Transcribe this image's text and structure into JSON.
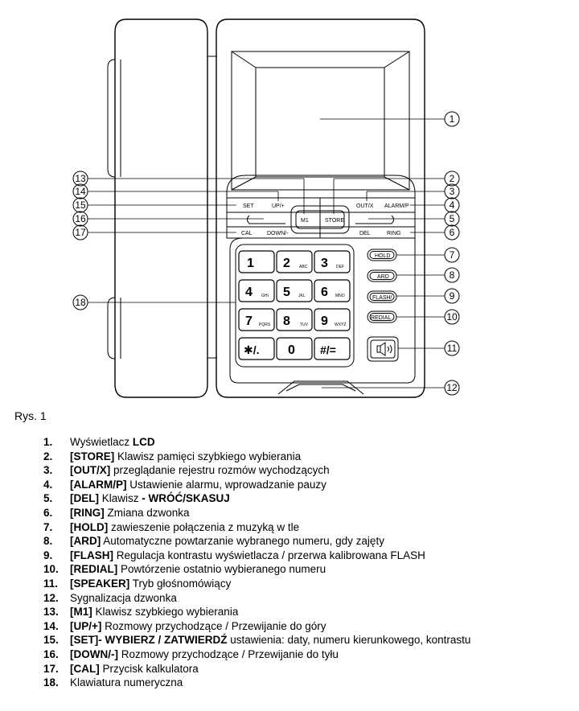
{
  "buttons": {
    "set": "SET",
    "up": "UP/+",
    "m1": "M1",
    "store": "STORE",
    "outx": "OUT/X",
    "alarm": "ALARM/P",
    "down": "DOWN/-",
    "del": "DEL",
    "cal": "CAL",
    "ring": "RING",
    "hold": "HOLD",
    "ard": "ARD",
    "flash": "FLASH/",
    "redial": "REDIAL"
  },
  "keypad": [
    {
      "digit": "1",
      "sub": ""
    },
    {
      "digit": "2",
      "sub": "ABC"
    },
    {
      "digit": "3",
      "sub": "DEF"
    },
    {
      "digit": "4",
      "sub": "GHI"
    },
    {
      "digit": "5",
      "sub": "JKL"
    },
    {
      "digit": "6",
      "sub": "MNO"
    },
    {
      "digit": "7",
      "sub": "PQRS"
    },
    {
      "digit": "8",
      "sub": "TUV"
    },
    {
      "digit": "9",
      "sub": "WXYZ"
    },
    {
      "digit": "✱/.",
      "sub": ""
    },
    {
      "digit": "0",
      "sub": ""
    },
    {
      "digit": "#/=",
      "sub": ""
    }
  ],
  "callouts": [
    "1",
    "2",
    "3",
    "4",
    "5",
    "6",
    "7",
    "8",
    "9",
    "10",
    "11",
    "12",
    "13",
    "14",
    "15",
    "16",
    "17",
    "18"
  ],
  "caption": "Rys. 1",
  "legend": [
    {
      "n": "1.",
      "pre": "Wyświetlacz ",
      "key": "LCD",
      "post": ""
    },
    {
      "n": "2.",
      "pre": "",
      "key": "[STORE]",
      "post": " Klawisz pamięci szybkiego wybierania"
    },
    {
      "n": "3.",
      "pre": "",
      "key": "[OUT/X]",
      "post": " przeglądanie rejestru rozmów wychodzących"
    },
    {
      "n": "4.",
      "pre": "",
      "key": "[ALARM/P]",
      "post": " Ustawienie alarmu, wprowadzanie pauzy"
    },
    {
      "n": "5.",
      "pre": "",
      "key": "[DEL]",
      "post": " Klawisz ",
      "key2": "- WRÓĆ/SKASUJ"
    },
    {
      "n": "6.",
      "pre": "",
      "key": "[RING]",
      "post": " Zmiana dzwonka"
    },
    {
      "n": "7.",
      "pre": "",
      "key": "[HOLD]",
      "post": " zawieszenie połączenia z muzyką w tle"
    },
    {
      "n": "8.",
      "pre": "",
      "key": "[ARD]",
      "post": " Automatyczne powtarzanie wybranego numeru, gdy zajęty"
    },
    {
      "n": "9.",
      "pre": "",
      "key": "[FLASH]",
      "post": " Regulacja kontrastu wyświetlacza / przerwa kalibrowana FLASH"
    },
    {
      "n": "10.",
      "pre": "",
      "key": "[REDIAL]",
      "post": " Powtórzenie ostatnio wybieranego numeru"
    },
    {
      "n": "11.",
      "pre": "",
      "key": "[SPEAKER]",
      "post": " Tryb głośnomówiący"
    },
    {
      "n": "12.",
      "pre": "Sygnalizacja dzwonka",
      "key": "",
      "post": ""
    },
    {
      "n": "13.",
      "pre": "",
      "key": "[M1]",
      "post": " Klawisz szybkiego wybierania"
    },
    {
      "n": "14.",
      "pre": "",
      "key": "[UP/+]",
      "post": " Rozmowy przychodzące / Przewijanie do góry"
    },
    {
      "n": "15.",
      "pre": "",
      "key": "[SET]- WYBIERZ / ZATWIERDŹ",
      "post": " ustawienia: daty, numeru kierunkowego, kontrastu"
    },
    {
      "n": "16.",
      "pre": "",
      "key": "[DOWN/-]",
      "post": " Rozmowy przychodzące / Przewijanie do tyłu"
    },
    {
      "n": "17.",
      "pre": "",
      "key": "[CAL]",
      "post": " Przycisk kalkulatora"
    },
    {
      "n": "18.",
      "pre": "Klawiatura numeryczna",
      "key": "",
      "post": ""
    }
  ]
}
